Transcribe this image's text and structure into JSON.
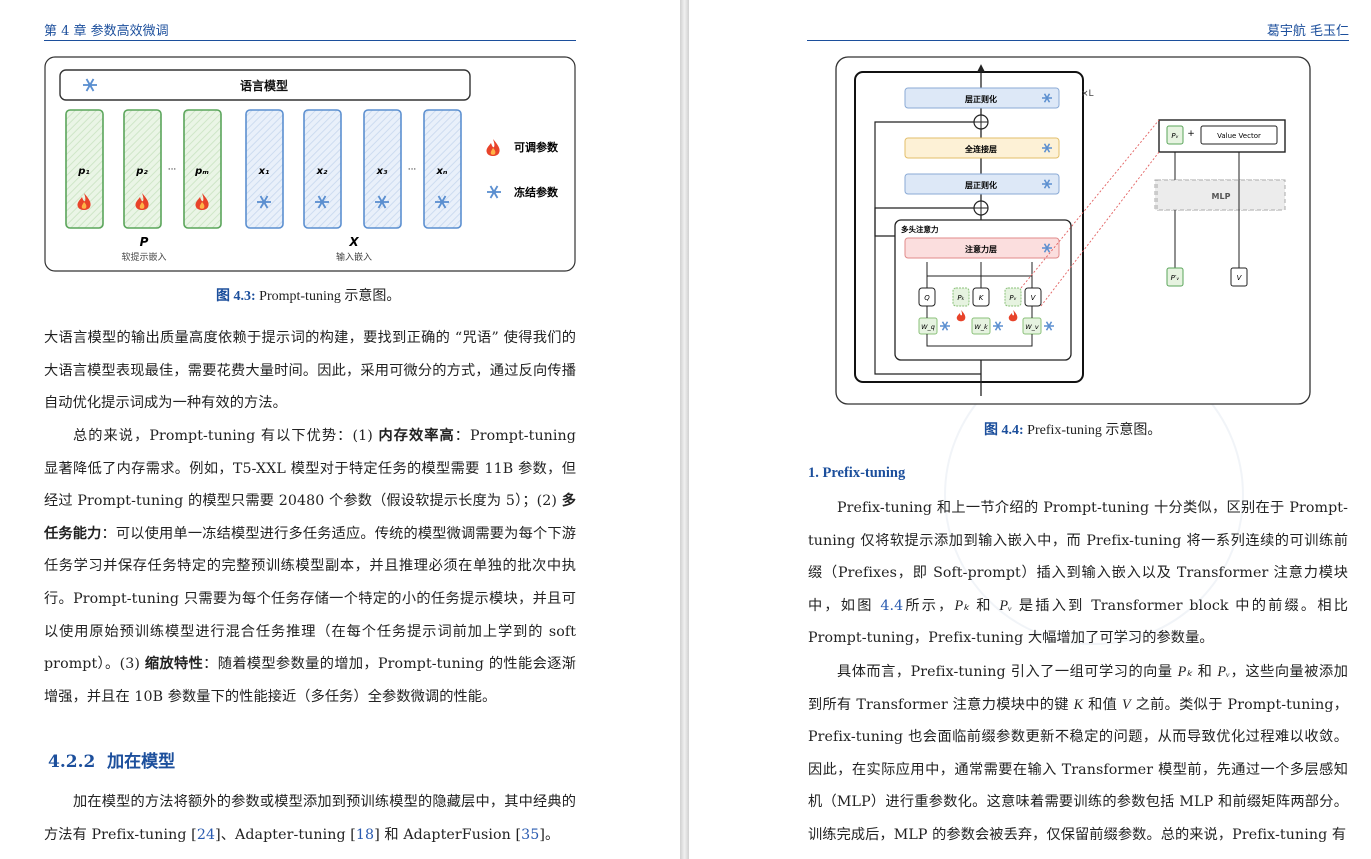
{
  "left_page": {
    "running_head": "第 4 章  参数高效微调",
    "figure": {
      "lm_label": "语言模型",
      "soft_tokens": [
        "p₁",
        "p₂",
        "pₘ"
      ],
      "input_tokens": [
        "x₁",
        "x₂",
        "x₃",
        "xₙ"
      ],
      "ellipsis": "···",
      "legend_tunable": "可调参数",
      "legend_frozen": "冻结参数",
      "group_p_symbol": "P",
      "group_p_label": "软提示嵌入",
      "group_x_symbol": "X",
      "group_x_label": "输入嵌入"
    },
    "caption_num": "图 4.3:",
    "caption_text": " Prompt-tuning 示意图。",
    "para1": "大语言模型的输出质量高度依赖于提示词的构建，要找到正确的 “咒语” 使得我们的大语言模型表现最佳，需要花费大量时间。因此，采用可微分的方式，通过反向传播自动优化提示词成为一种有效的方法。",
    "para2_a": "总的来说，Prompt-tuning 有以下优势：(1) ",
    "para2_b1": "内存效率高",
    "para2_c": "：Prompt-tuning 显著降低了内存需求。例如，T5-XXL 模型对于特定任务的模型需要 11B 参数，但经过 Prompt-tuning 的模型只需要 20480 个参数（假设软提示长度为 5）；(2) ",
    "para2_b2": "多任务能力",
    "para2_d": "：可以使用单一冻结模型进行多任务适应。传统的模型微调需要为每个下游任务学习并保存任务特定的完整预训练模型副本，并且推理必须在单独的批次中执行。Prompt-tuning 只需要为每个任务存储一个特定的小的任务提示模块，并且可以使用原始预训练模型进行混合任务推理（在每个任务提示词前加上学到的 soft prompt）。(3) ",
    "para2_b3": "缩放特性",
    "para2_e": "：随着模型参数量的增加，Prompt-tuning 的性能会逐渐增强，并且在 10B 参数量下的性能接近（多任务）全参数微调的性能。",
    "section_num": "4.2.2",
    "section_title": "加在模型",
    "para3_a": "加在模型的方法将额外的参数或模型添加到预训练模型的隐藏层中，其中经典的方法有 Prefix-tuning [",
    "ref24": "24",
    "para3_b": "]、Adapter-tuning [",
    "ref18": "18",
    "para3_c": "] 和 AdapterFusion [",
    "ref35": "35",
    "para3_d": "]。"
  },
  "right_page": {
    "running_head": "葛宇航  毛玉仁",
    "figure": {
      "times_l": "×L",
      "norm_top": "层正则化",
      "ffn": "全连接层",
      "norm_mid": "层正则化",
      "mha_title": "多头注意力",
      "attn": "注意力层",
      "q": "Q",
      "pk": "Pₖ",
      "k": "K",
      "pv": "Pᵥ",
      "v": "V",
      "wq": "W_q",
      "wk": "W_k",
      "wv": "W_v",
      "mlp": "MLP",
      "pv_out": "Pᵥ",
      "plus": "+",
      "value_vector": "Value Vector",
      "pv_prime": "P′ᵥ",
      "v_in": "V"
    },
    "caption_num": "图 4.4:",
    "caption_text": " Prefix-tuning 示意图。",
    "sub_title": "1. Prefix-tuning",
    "para1_a": "Prefix-tuning 和上一节介绍的 Prompt-tuning 十分类似，区别在于 Prompt-tuning 仅将软提示添加到输入嵌入中，而 Prefix-tuning 将一系列连续的可训练前缀（Prefixes，即 Soft-prompt）插入到输入嵌入以及 Transformer 注意力模块中，如图 ",
    "fig_ref": "4.4",
    "para1_b": "所示，",
    "pk": "Pₖ",
    "para1_c": " 和 ",
    "pv": "Pᵥ",
    "para1_d": " 是插入到 Transformer block 中的前缀。相比 Prompt-tuning，Prefix-tuning 大幅增加了可学习的参数量。",
    "para2_a": "具体而言，Prefix-tuning 引入了一组可学习的向量 ",
    "para2_b": " 和 ",
    "para2_c": "，这些向量被添加到所有 Transformer 注意力模块中的键 ",
    "k": "K",
    "para2_d": " 和值 ",
    "v": "V",
    "para2_e": " 之前。类似于 Prompt-tuning，Prefix-tuning 也会面临前缀参数更新不稳定的问题，从而导致优化过程难以收敛。因此，在实际应用中，通常需要在输入 Transformer 模型前，先通过一个多层感知机（MLP）进行重参数化。这意味着需要训练的参数包括 MLP 和前缀矩阵两部分。训练完成后，MLP 的参数会被丢弃，仅保留前缀参数。总的来说，Prefix-tuning 有"
  },
  "colors": {
    "heading_blue": "#1c4f9c",
    "tunable_green": "#5aa55a",
    "frozen_blue": "#5b8fd0",
    "fire_red": "#e8432a"
  }
}
